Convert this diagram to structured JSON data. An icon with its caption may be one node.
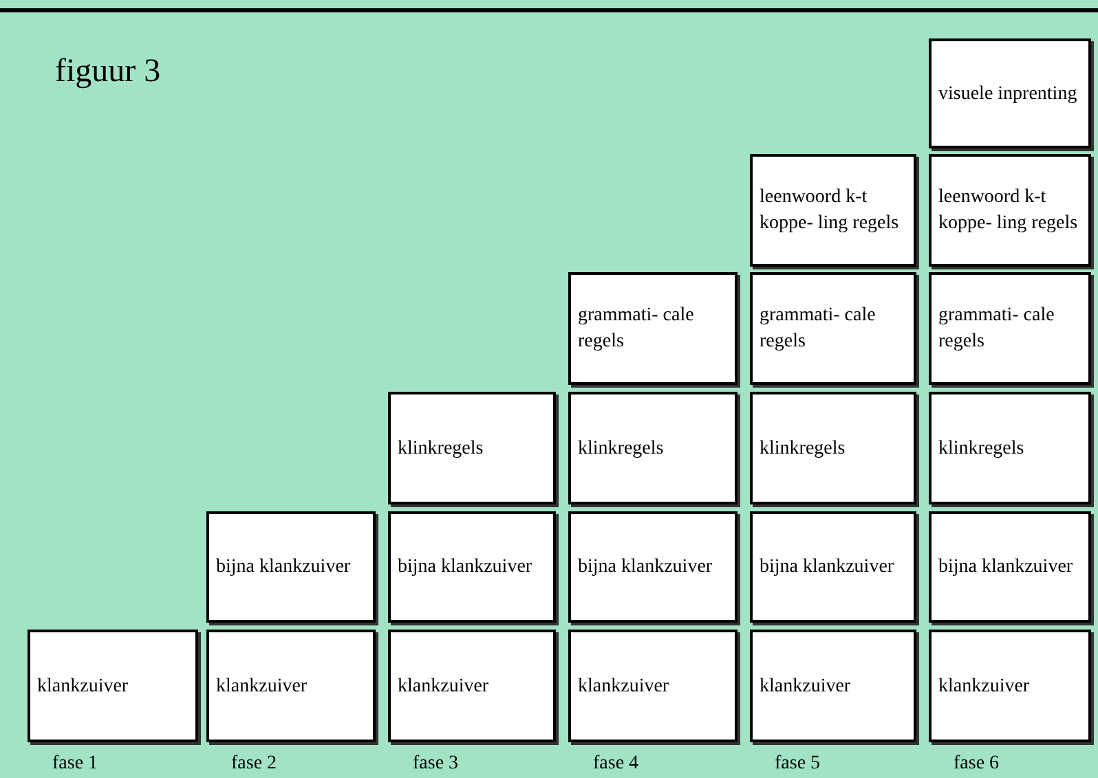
{
  "diagram": {
    "title": "figuur 3",
    "nodes": [
      {
        "text": [
          "visuele inprenting"
        ]
      },
      {
        "text": [
          "leenwoord k-t koppe- ling regels"
        ]
      },
      {
        "text": [
          "leenwoord k-t koppe- ling regels"
        ]
      },
      {
        "text": [
          "grammati- cale regels"
        ]
      },
      {
        "text": [
          "grammati- cale regels"
        ]
      },
      {
        "text": [
          "grammati- cale regels"
        ]
      },
      {
        "text": [
          "klinkregels"
        ]
      },
      {
        "text": [
          "klinkregels"
        ]
      },
      {
        "text": [
          "klinkregels"
        ]
      },
      {
        "text": [
          "klinkregels"
        ]
      },
      {
        "text": [
          "bijna klankzuiver"
        ]
      },
      {
        "text": [
          "bijna klankzuiver"
        ]
      },
      {
        "text": [
          "bijna klankzuiver"
        ]
      },
      {
        "text": [
          "bijna klankzuiver"
        ]
      },
      {
        "text": [
          "bijna klankzuiver"
        ]
      },
      {
        "text": [
          "klankzuiver"
        ]
      },
      {
        "text": [
          "klankzuiver"
        ]
      },
      {
        "text": [
          "klankzuiver"
        ]
      },
      {
        "text": [
          "klankzuiver"
        ]
      },
      {
        "text": [
          "klankzuiver"
        ]
      },
      {
        "text": [
          "klankzuiver"
        ]
      }
    ],
    "labels": [
      "fase 1",
      "fase 2",
      "fase 3",
      "fase 4",
      "fase 5",
      "fase 6"
    ]
  }
}
